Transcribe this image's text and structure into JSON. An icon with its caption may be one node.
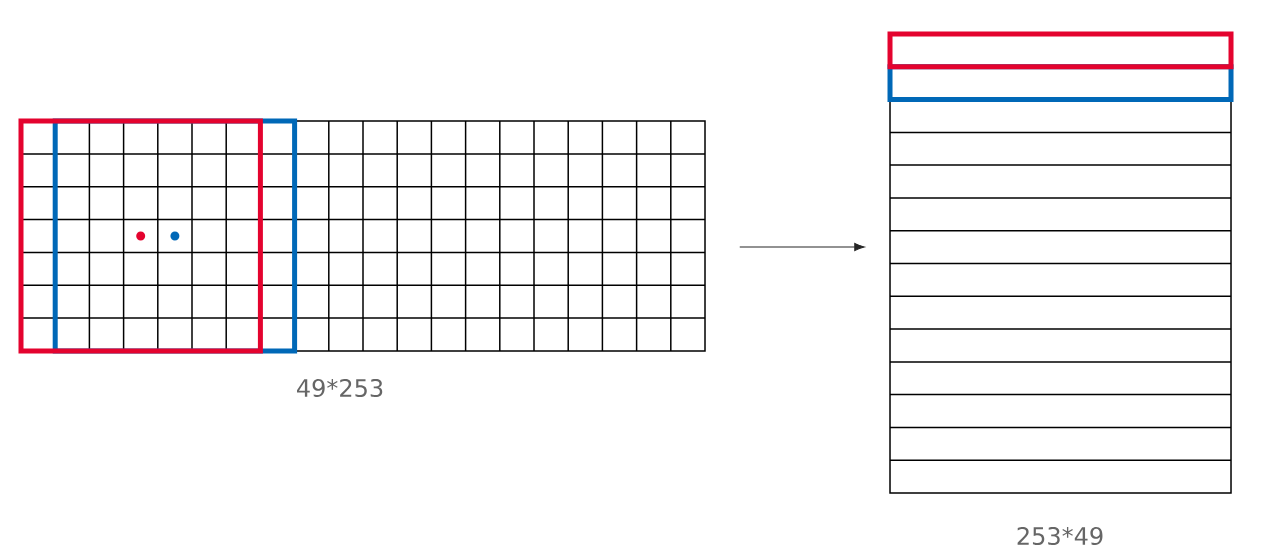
{
  "diagram": {
    "nodes": [
      {
        "text": [],
        "shape": "grid",
        "beside": [
          "49*253"
        ]
      },
      {
        "text": [],
        "shape": "grid",
        "beside": [
          "253*49"
        ]
      }
    ],
    "edges": [
      {
        "from": 0,
        "to": 1,
        "arrow": "to"
      }
    ]
  }
}
